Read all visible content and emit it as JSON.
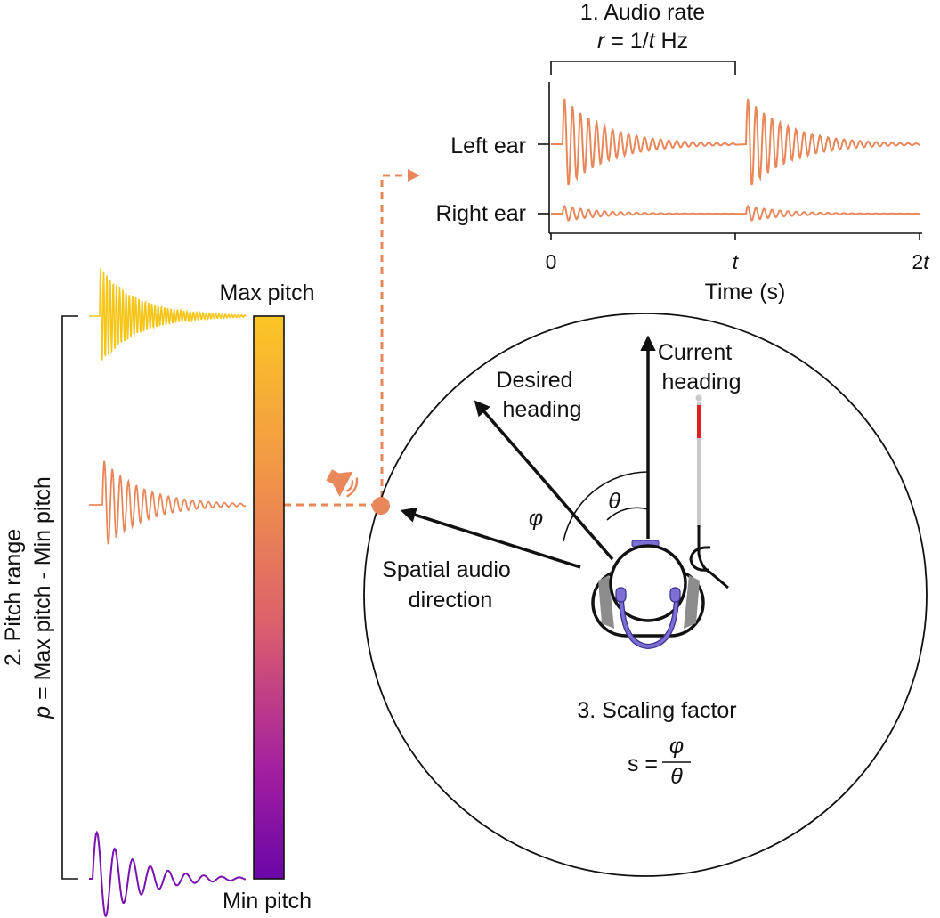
{
  "audio_rate": {
    "title": "1. Audio rate",
    "formula_var": "r",
    "formula_mid": " = 1/",
    "formula_t": "t",
    "formula_unit": " Hz",
    "left_ear_label": "Left ear",
    "right_ear_label": "Right ear",
    "ticks": {
      "zero": "0",
      "t": "t",
      "two": "2",
      "two_t": "t"
    },
    "xlabel": "Time (s)"
  },
  "pitch": {
    "max_label": "Max pitch",
    "min_label": "Min pitch",
    "range_title": "2. Pitch range",
    "range_var": "p",
    "range_formula": " = Max pitch - Min pitch"
  },
  "heading": {
    "desired": [
      "Desired",
      "heading"
    ],
    "current": [
      "Current",
      "heading"
    ],
    "spatial": [
      "Spatial audio",
      "direction"
    ],
    "phi": "φ",
    "theta": "θ"
  },
  "scaling": {
    "title": "3. Scaling factor",
    "lhs": "s =",
    "numerator": "φ",
    "denominator": "θ"
  },
  "colors": {
    "orange": "#e8875a",
    "yellow": "#f5c518",
    "purple": "#7a12b0",
    "headphones": "#7b6fd6",
    "ear_gray": "#8c8c8c",
    "cane_red": "#e02020"
  },
  "icons": [
    "speaker-icon",
    "person-top-view-icon",
    "headphones-icon",
    "white-cane-icon"
  ]
}
